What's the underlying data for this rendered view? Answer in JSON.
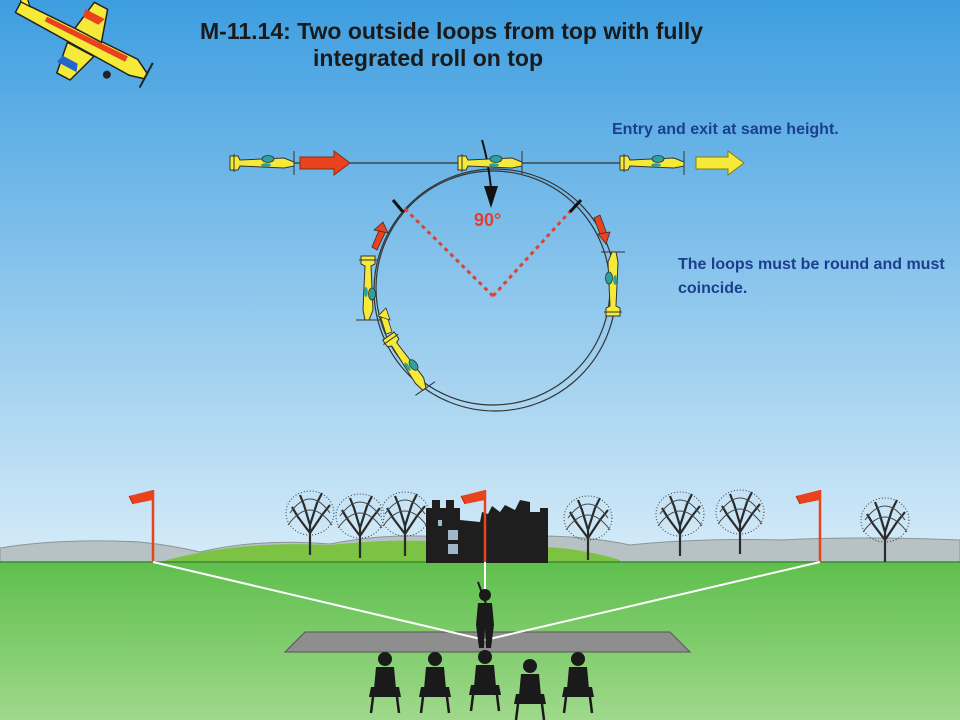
{
  "title": {
    "line1": "M-11.14: Two outside loops from top with fully",
    "line2": "integrated roll on top"
  },
  "notes": {
    "entry_exit": "Entry and exit at same height.",
    "loops_round": "The loops must be round and must coincide.",
    "angle": "90°"
  },
  "colors": {
    "sky": "#5fb0e8",
    "ground": "#55b346",
    "aircraft": "#f5ea3a",
    "entry_arrow": "#e8421e",
    "exit_arrow": "#f5ea3a",
    "dotted_angle": "#e04030",
    "flag": "#e8421e",
    "text_blue": "#1b3f8f"
  },
  "icons": {
    "aircraft": "aerobatic-plane-icon",
    "flag": "pole-flag-icon",
    "tree": "bare-tree-icon",
    "castle": "ruined-castle-icon",
    "pilot": "pilot-silhouette-icon",
    "judges": "seated-judge-icon"
  }
}
